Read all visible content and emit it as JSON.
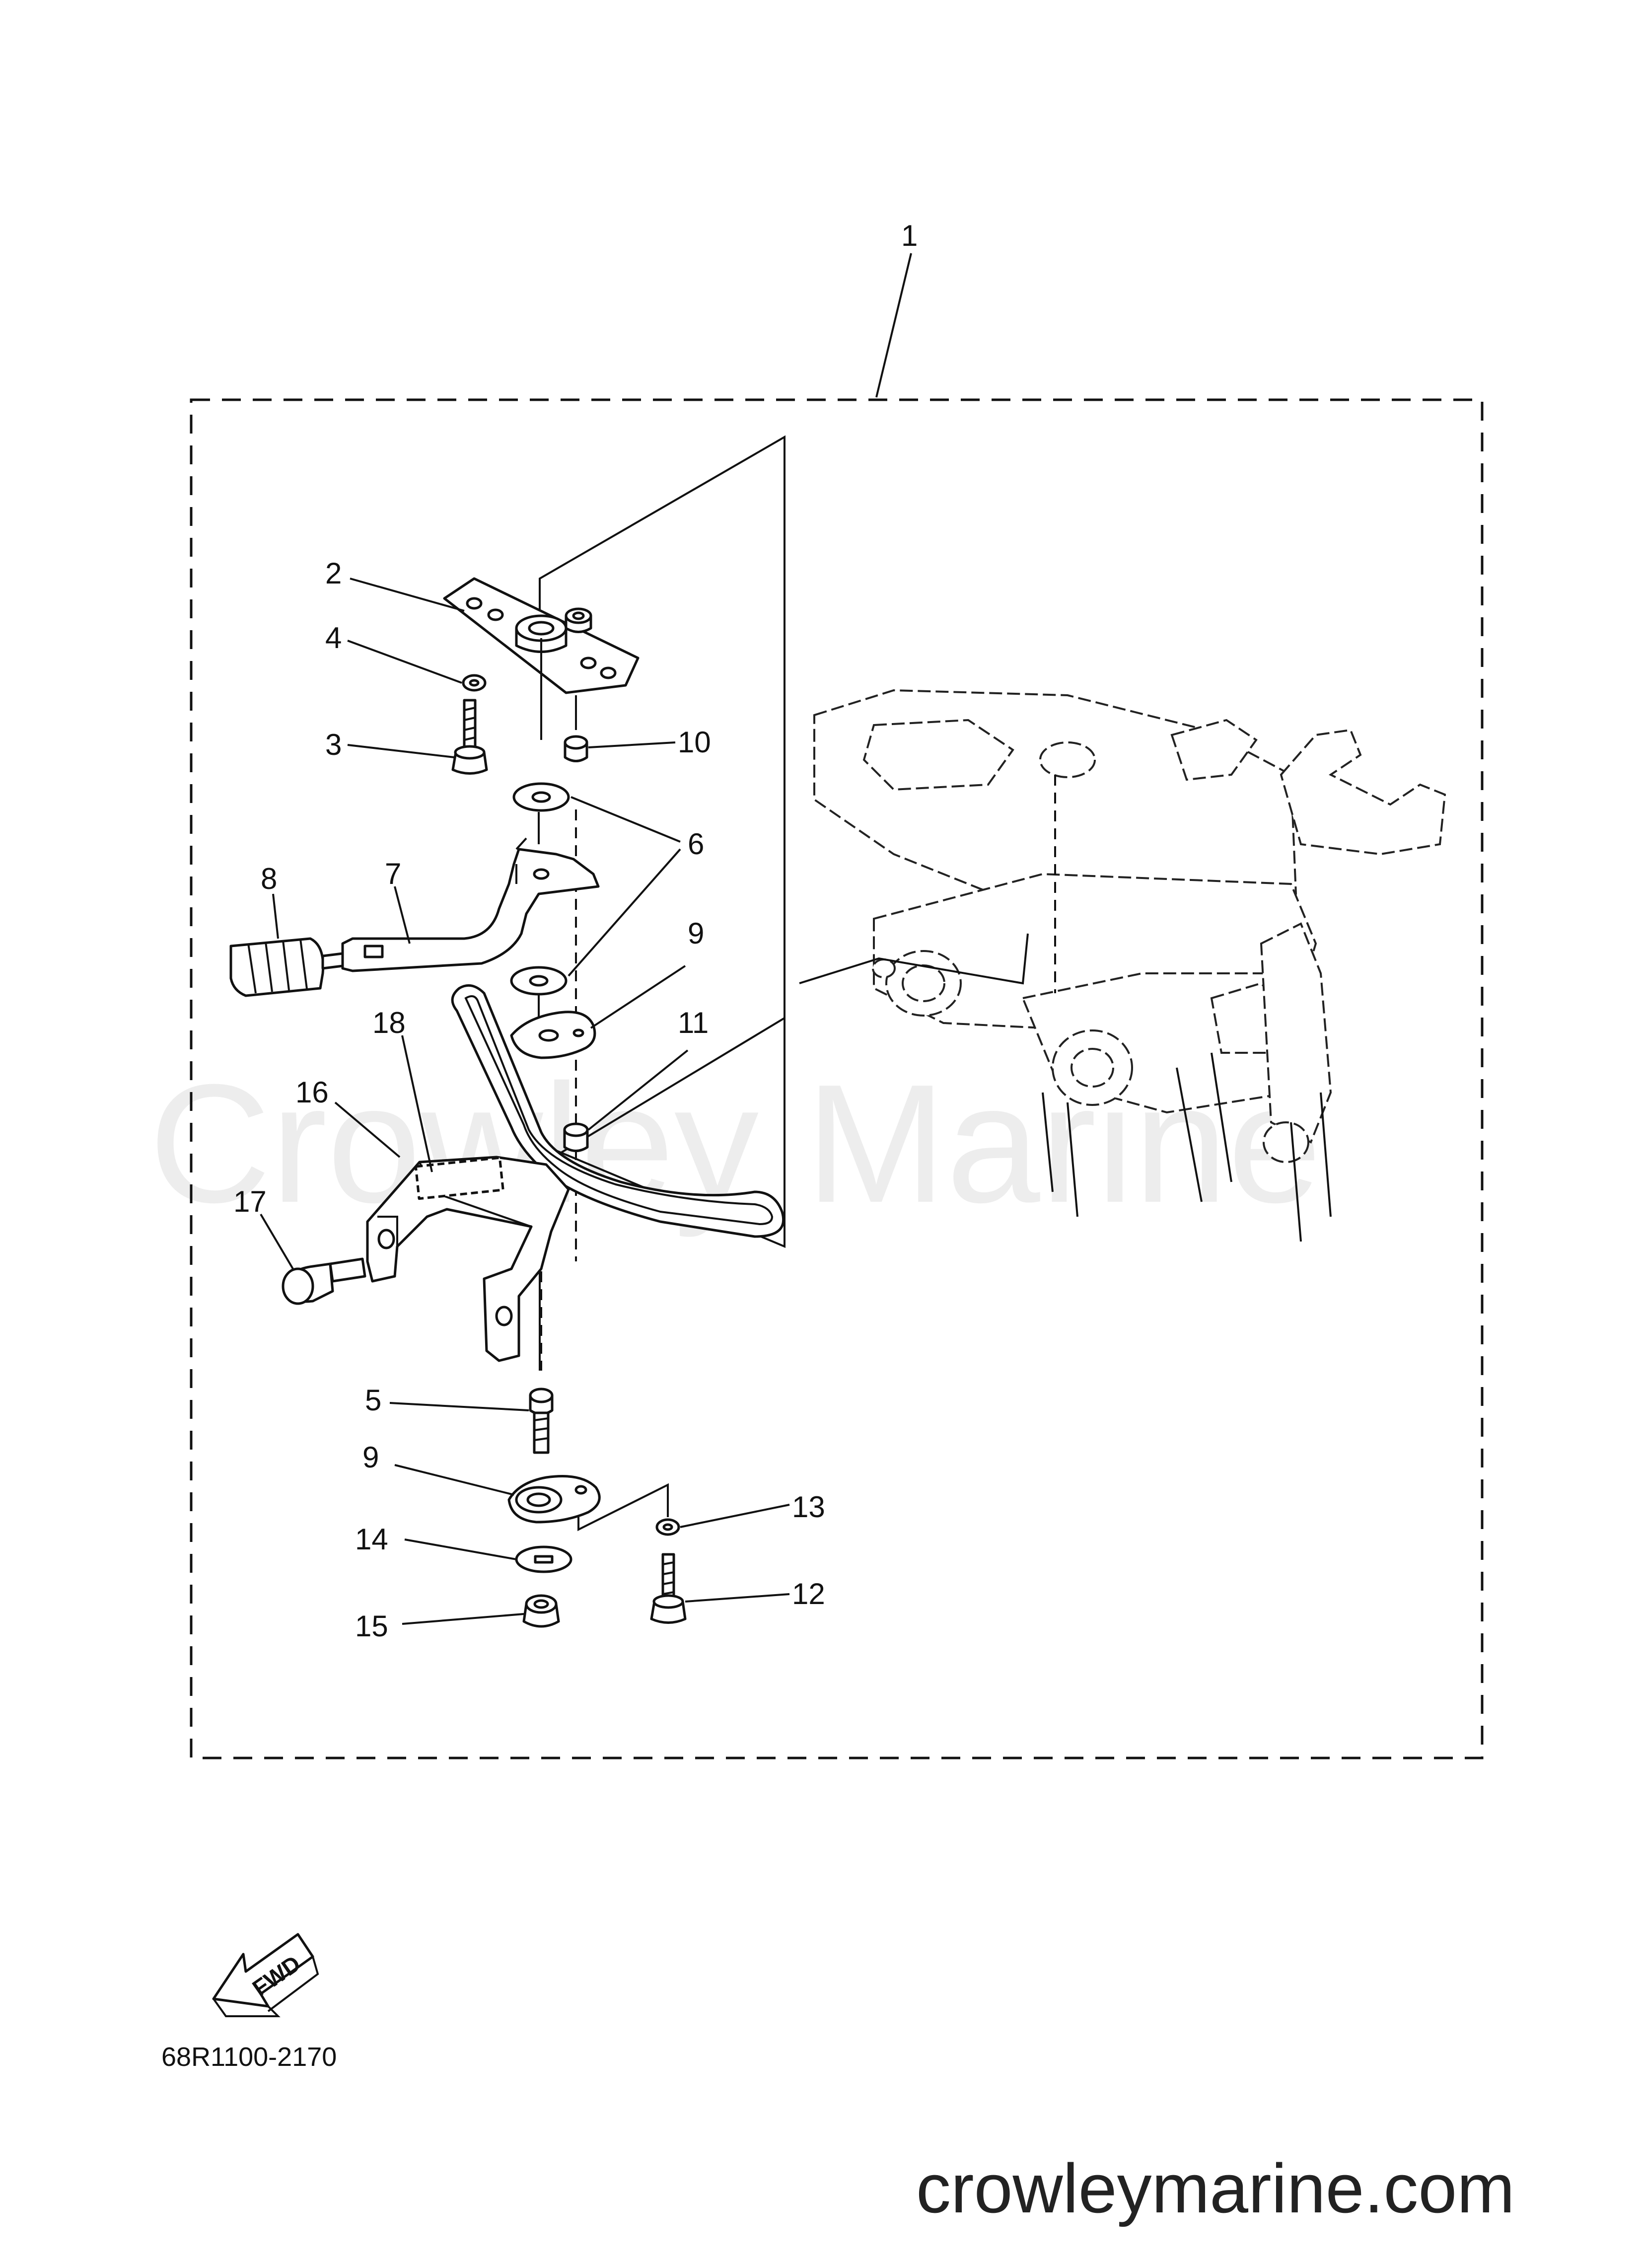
{
  "watermark": "Crowley Marine",
  "callouts": [
    "1",
    "2",
    "3",
    "4",
    "5",
    "6",
    "7",
    "8",
    "9",
    "9",
    "10",
    "11",
    "12",
    "13",
    "14",
    "15",
    "16",
    "17",
    "18"
  ],
  "direction_badge": {
    "text": "FWD",
    "icon": "fwd-arrow-icon"
  },
  "diagram_code": "68R1100-2170",
  "footer_site": "crowleymarine.com"
}
